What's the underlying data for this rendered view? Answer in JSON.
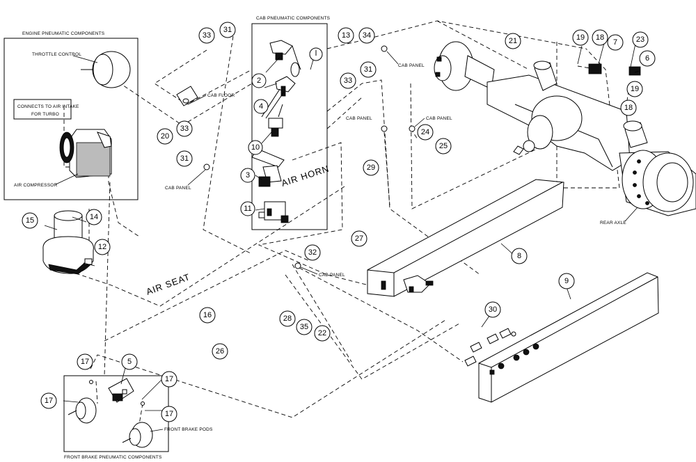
{
  "labels": {
    "engine_group": "ENGINE PNEUMATIC COMPONENTS",
    "throttle_control": "THROTTLE CONTROL",
    "connects_line1": "CONNECTS TO AIR INTAKE",
    "connects_line2": "FOR TURBO",
    "air_compressor": "AIR COMPRESSOR",
    "cab_group": "CAB PNEUMATIC COMPONENTS",
    "cab_floor": "CAB FLOOR",
    "cab_panel": "CAB PANEL",
    "air_horn": "AIR HORN",
    "air_seat": "AIR SEAT",
    "rear_axle": "REAR AXLE",
    "front_brake_pods": "FRONT BRAKE PODS",
    "front_group": "FRONT BRAKE PNEUMATIC COMPONENTS"
  },
  "callouts": {
    "c2": "2",
    "c3": "3",
    "c4": "4",
    "c5": "5",
    "c6": "6",
    "c7": "7",
    "c8": "8",
    "c9": "9",
    "c10": "10",
    "c11": "11",
    "c12": "12",
    "c13": "13",
    "c14": "14",
    "c15": "15",
    "c16": "16",
    "c17": "17",
    "c18": "18",
    "c19": "19",
    "c20": "20",
    "c21": "21",
    "c22": "22",
    "c23": "23",
    "c24": "24",
    "c25": "25",
    "c26": "26",
    "c27": "27",
    "c28": "28",
    "c29": "29",
    "c30": "30",
    "c31": "31",
    "c32": "32",
    "c33": "33",
    "c34": "34",
    "c35": "35"
  }
}
